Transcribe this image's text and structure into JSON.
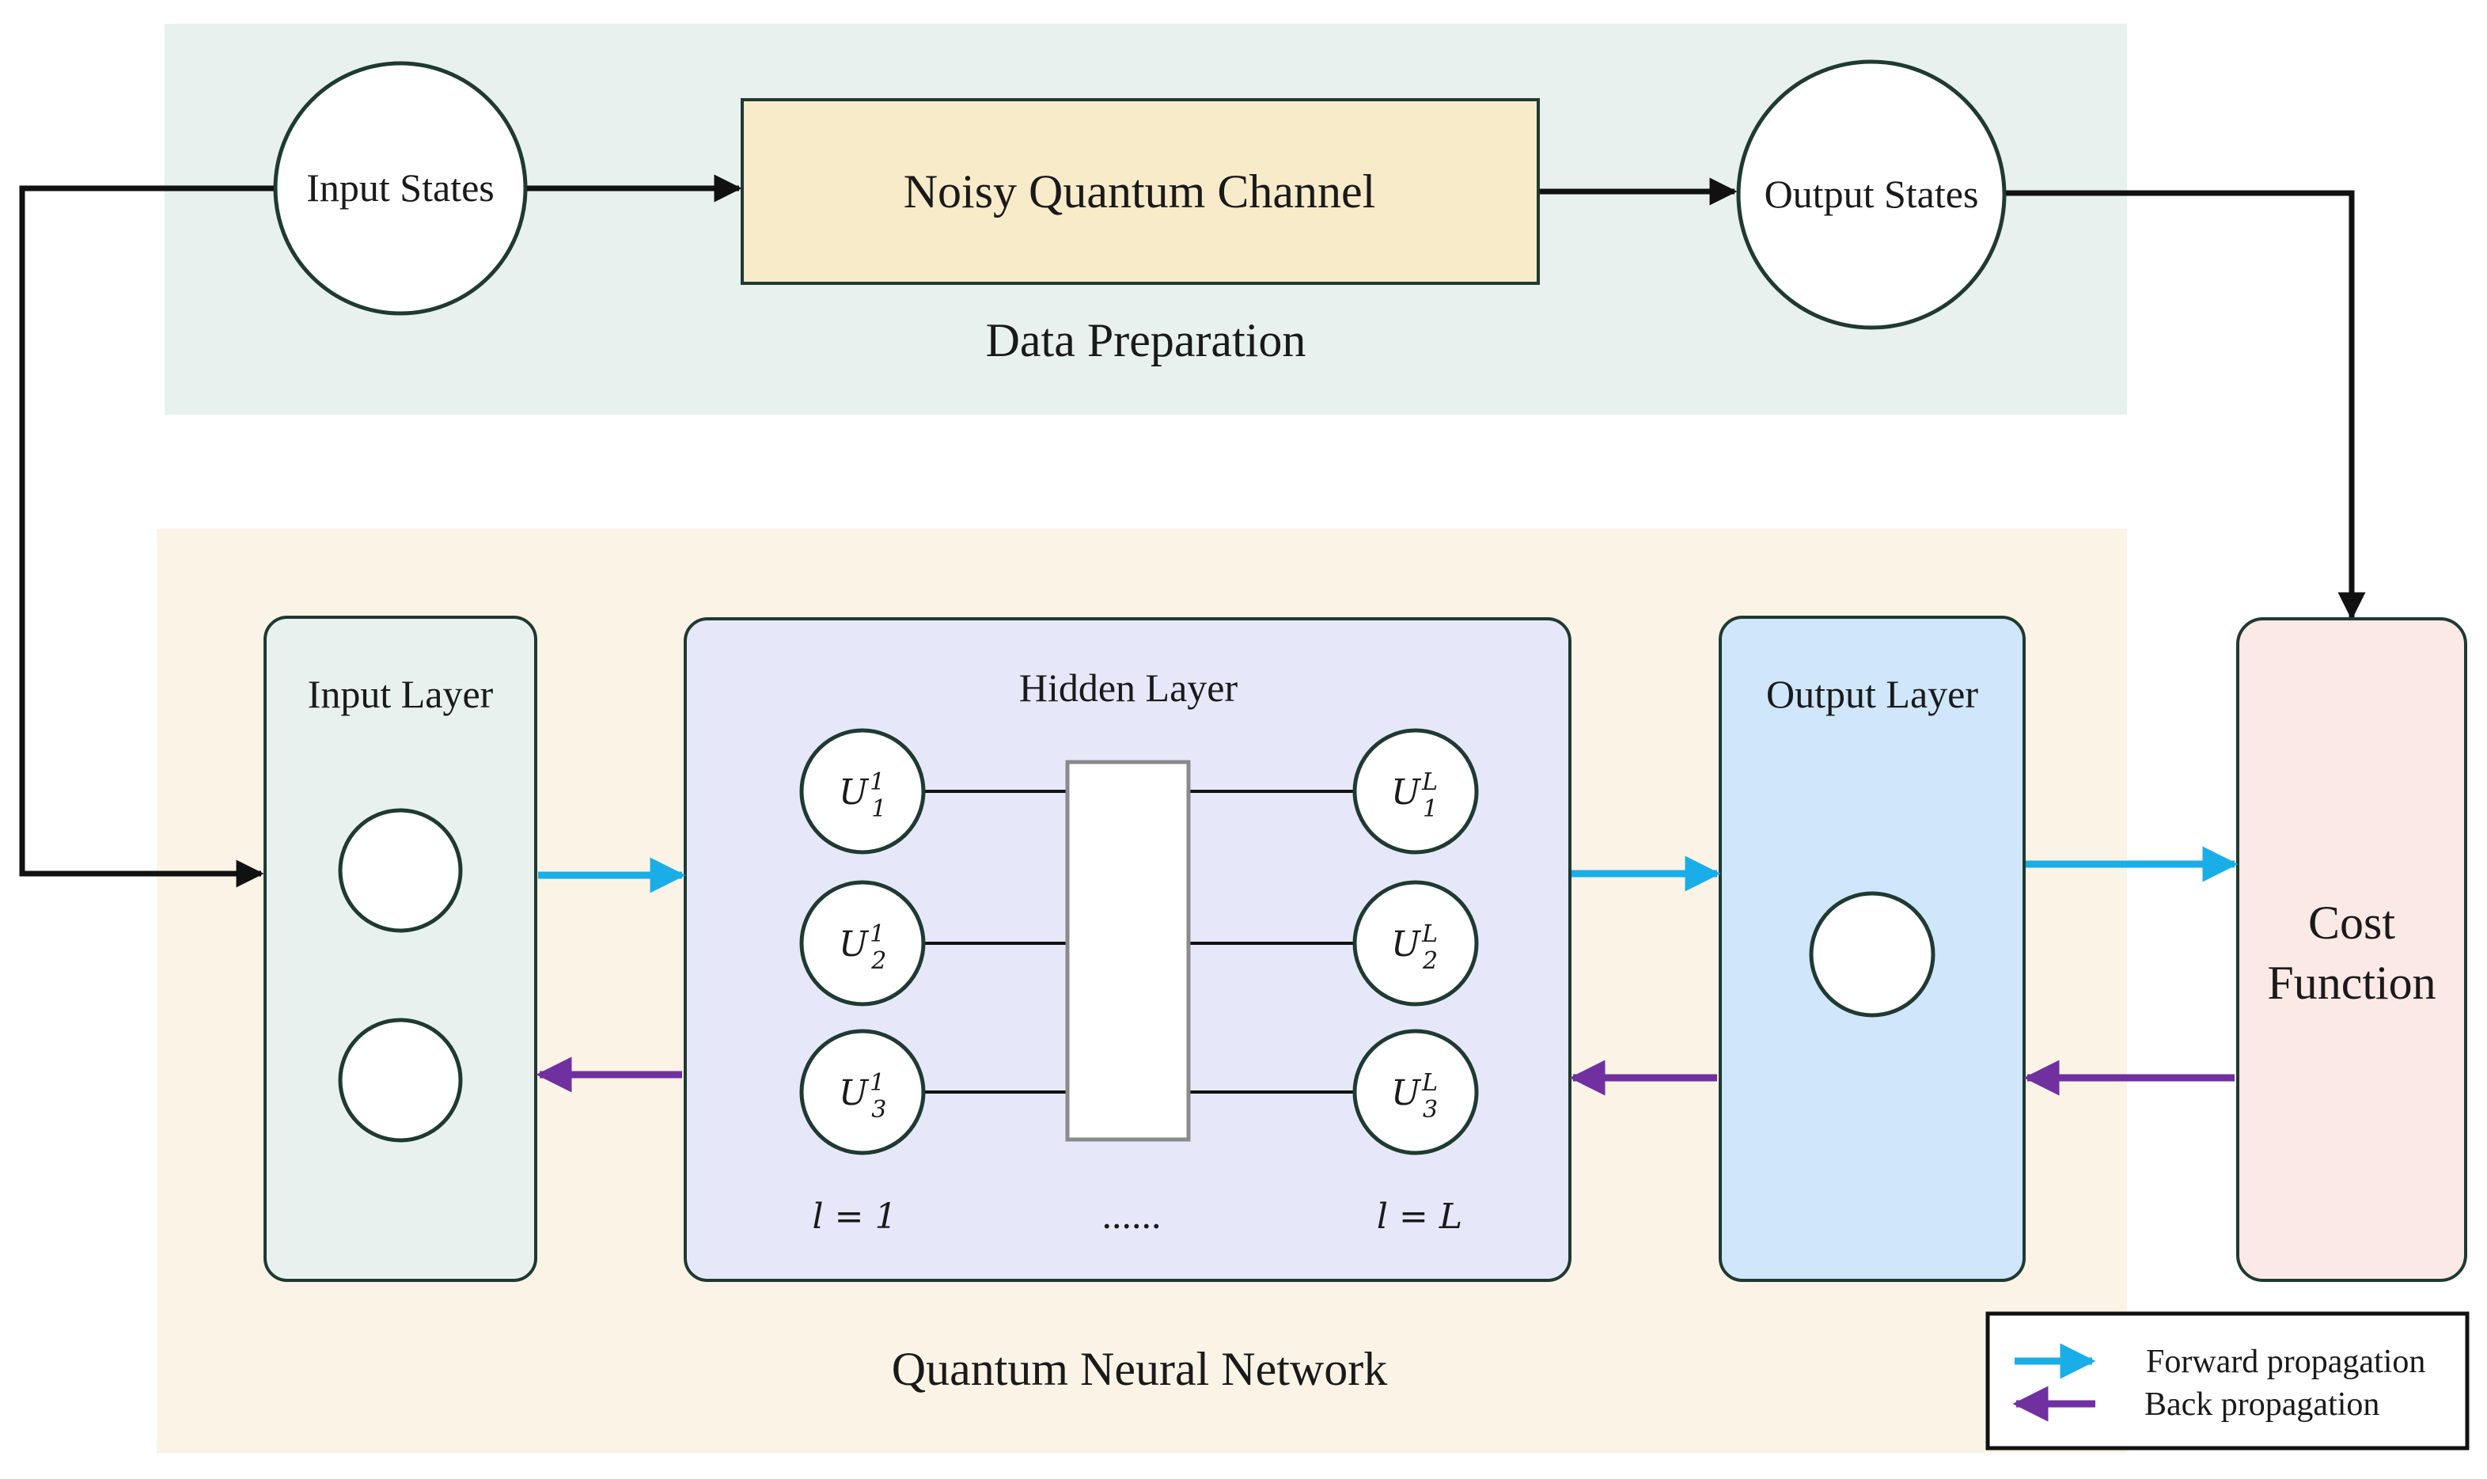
{
  "diagram": {
    "data_preparation": {
      "title": "Data Preparation",
      "input_states": "Input States",
      "channel": "Noisy Quantum Channel",
      "output_states": "Output States"
    },
    "qnn": {
      "title": "Quantum Neural Network",
      "input_layer": "Input Layer",
      "hidden_layer": "Hidden Layer",
      "output_layer": "Output Layer",
      "unitaries": [
        {
          "base": "U",
          "sup": "1",
          "sub": "1"
        },
        {
          "base": "U",
          "sup": "1",
          "sub": "2"
        },
        {
          "base": "U",
          "sup": "1",
          "sub": "3"
        },
        {
          "base": "U",
          "sup": "L",
          "sub": "1"
        },
        {
          "base": "U",
          "sup": "L",
          "sub": "2"
        },
        {
          "base": "U",
          "sup": "L",
          "sub": "3"
        }
      ],
      "layer_first": "l = 1",
      "layer_dots": "......",
      "layer_last": "l = L"
    },
    "cost_function": {
      "line1": "Cost",
      "line2": "Function"
    },
    "legend": {
      "forward": "Forward propagation",
      "back": "Back propagation"
    },
    "colors": {
      "forward": "#1aaee8",
      "back": "#7030a0",
      "data_prep_bg": "#e8f1ee",
      "qnn_bg": "#fbf4e6",
      "channel_fill": "#f7ebc9",
      "input_layer_fill": "#e9f1ee",
      "hidden_layer_fill": "#e6e8fa",
      "output_layer_fill": "#cfe6fb",
      "cost_fill": "#fbe9e6",
      "node_stroke": "#1f3a30"
    }
  }
}
